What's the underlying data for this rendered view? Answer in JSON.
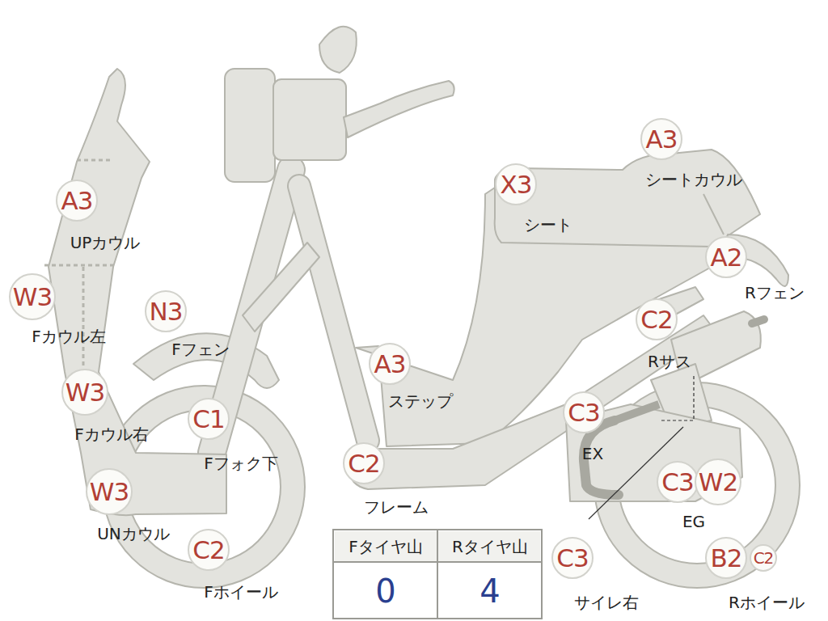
{
  "diagram": {
    "nodes": [
      {
        "text": [
          "A3"
        ]
      },
      {
        "text": [
          "W3"
        ]
      },
      {
        "text": [
          "N3"
        ]
      },
      {
        "text": [
          "W3"
        ]
      },
      {
        "text": [
          "C1"
        ]
      },
      {
        "text": [
          "W3"
        ]
      },
      {
        "text": [
          "C2"
        ]
      },
      {
        "text": [
          "A3"
        ]
      },
      {
        "text": [
          "C2"
        ]
      },
      {
        "text": [
          "X3"
        ]
      },
      {
        "text": [
          "A3"
        ]
      },
      {
        "text": [
          "A2"
        ]
      },
      {
        "text": [
          "C2"
        ]
      },
      {
        "text": [
          "C3"
        ]
      },
      {
        "text": [
          "C3"
        ]
      },
      {
        "text": [
          "W2"
        ]
      },
      {
        "text": [
          "B2"
        ]
      },
      {
        "text": [
          "C2"
        ]
      },
      {
        "text": [
          "C3"
        ]
      }
    ],
    "edges": [],
    "labels": [
      "UPカウル",
      "Fカウル左",
      "Fフェン",
      "Fカウル右",
      "Fフォク下",
      "UNカウル",
      "Fホイール",
      "ステップ",
      "フレーム",
      "シート",
      "シートカウル",
      "Rフェン",
      "Rサス",
      "EX",
      "EG",
      "Rホイール",
      "サイレ右",
      "Fタイヤ山",
      "Rタイヤ山",
      "0",
      "4"
    ]
  }
}
